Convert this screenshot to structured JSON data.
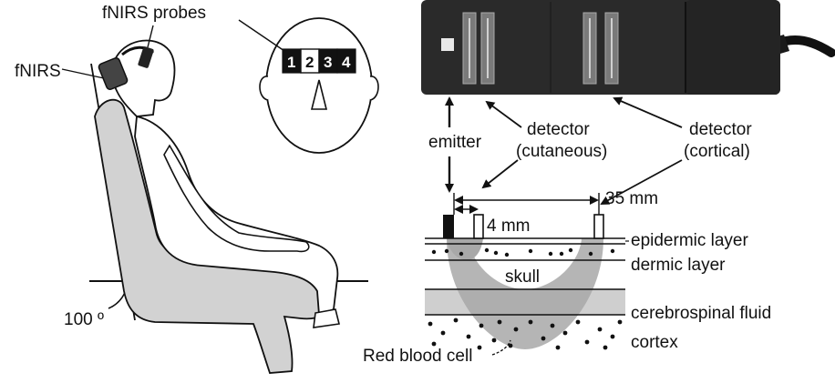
{
  "labels": {
    "fnirs_probes": "fNIRS probes",
    "fnirs": "fNIRS",
    "angle": "100 º",
    "emitter": "emitter",
    "detector_cutaneous_1": "detector",
    "detector_cutaneous_2": "(cutaneous)",
    "detector_cortical_1": "detector",
    "detector_cortical_2": "(cortical)",
    "dist_35": "35 mm",
    "dist_4": "4 mm",
    "epidermic": "epidermic layer",
    "dermic": "dermic layer",
    "skull": "skull",
    "csf": "cerebrospinal fluid",
    "cortex": "cortex",
    "rbc": "Red blood cell"
  },
  "probe_numbers": [
    "1",
    "2",
    "3",
    "4"
  ],
  "colors": {
    "ink": "#111111",
    "silhouette_fill": "#d2d2d2",
    "device_body": "#2a2a2a",
    "light_path": "#a8a8a8",
    "csf_band": "#cfcfcf"
  }
}
